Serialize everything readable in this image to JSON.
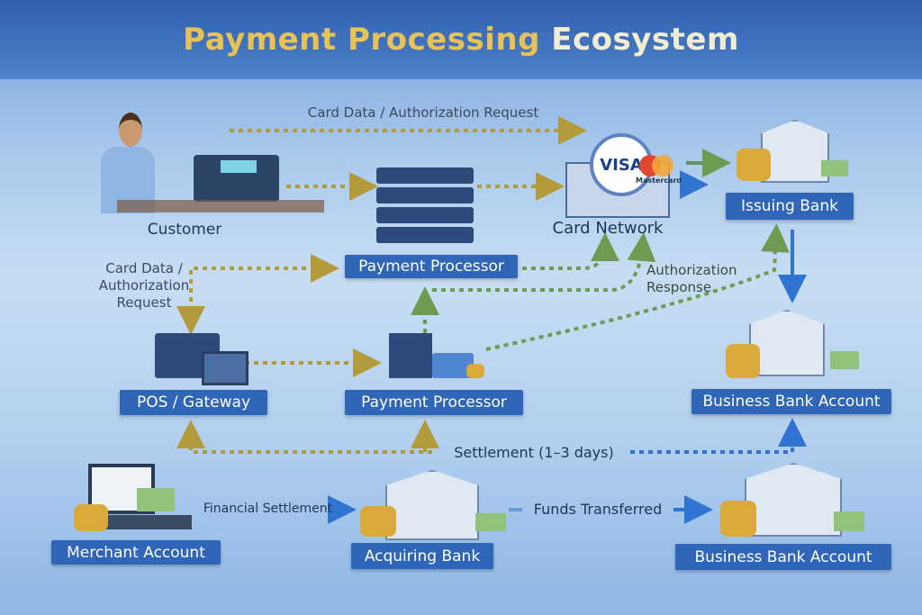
{
  "title": {
    "part1": "Payment Processing",
    "part2": "Ecosystem"
  },
  "nodes": {
    "customer": "Customer",
    "payment_processor_top": "Payment Processor",
    "card_network": "Card Network",
    "issuing_bank": "Issuing Bank",
    "pos_gateway": "POS / Gateway",
    "payment_processor_mid": "Payment Processor",
    "business_bank_account_mid": "Business Bank Account",
    "merchant_account": "Merchant Account",
    "acquiring_bank": "Acquiring Bank",
    "business_bank_account_bottom": "Business Bank Account"
  },
  "logos": {
    "visa": "VISA",
    "mastercard": "Mastercard"
  },
  "flow_labels": {
    "card_data_top": "Card Data / Authorization Request",
    "card_data_left": [
      "Card Data /",
      "Authorization",
      "Request"
    ],
    "authorization_response": [
      "Authorization",
      "Response"
    ],
    "settlement": "Settlement (1–3 days)",
    "financial_settlement": "Financial Settlement",
    "funds_transferred": "Funds Transferred"
  },
  "colors": {
    "box": "#2f66b8",
    "title_gold": "#e9c257",
    "dotted_gold": "#b39a3a",
    "dotted_green": "#6f9a52",
    "arrow_blue": "#2f74d0"
  }
}
